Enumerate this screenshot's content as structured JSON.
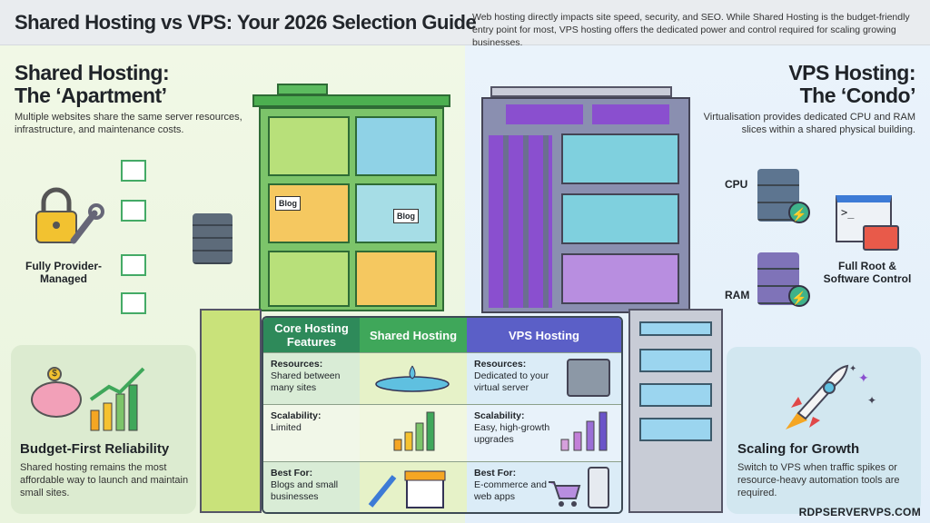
{
  "header": {
    "title": "Shared Hosting vs VPS: Your 2026 Selection Guide",
    "intro": "Web hosting directly impacts site speed, security, and SEO. While Shared Hosting is the budget-friendly entry point for most, VPS hosting offers the dedicated power and control required for scaling growing businesses."
  },
  "shared": {
    "title_line1": "Shared Hosting:",
    "title_line2": "The ‘Apartment’",
    "description": "Multiple websites share the same server resources, infrastructure, and maintenance costs.",
    "managed_label": "Fully Provider-Managed",
    "room_labels": [
      "Blog",
      "Blog"
    ],
    "card": {
      "title": "Budget-First Reliability",
      "text": "Shared hosting remains the most affordable way to launch and maintain small sites."
    }
  },
  "vps": {
    "title_line1": "VPS Hosting:",
    "title_line2": "The ‘Condo’",
    "description": "Virtualisation provides dedicated CPU and RAM slices within a shared physical building.",
    "cpu_label": "CPU",
    "ram_label": "RAM",
    "root_label": "Full Root & Software Control",
    "card": {
      "title": "Scaling for Growth",
      "text": "Switch to VPS when traffic spikes or resource-heavy automation tools are required."
    }
  },
  "table": {
    "headers": [
      "Core Hosting Features",
      "Shared Hosting",
      "VPS Hosting"
    ],
    "rows": [
      {
        "feature": "Resources:",
        "shared": "Shared between many sites",
        "vps_title": "Resources:",
        "vps": "Dedicated to your virtual server",
        "shared_icon": "water-pool-icon",
        "vps_icon": "safe-icon"
      },
      {
        "feature": "Scalability:",
        "shared": "Limited",
        "vps_title": "Scalability:",
        "vps": "Easy, high-growth upgrades",
        "shared_icon": "bar-growth-icon",
        "vps_icon": "bar-growth-icon"
      },
      {
        "feature": "Best For:",
        "shared": "Blogs and small businesses",
        "vps_title": "Best For:",
        "vps": "E-commerce and web apps",
        "shared_icon": "pen-store-icon",
        "vps_icon": "cart-tablet-icon"
      }
    ],
    "colors": {
      "shared": "#3fa75a",
      "core": "#2e8a5a",
      "vps": "#5b5fc7"
    }
  },
  "footer": {
    "brand": "RDPSERVERVPS.COM"
  }
}
